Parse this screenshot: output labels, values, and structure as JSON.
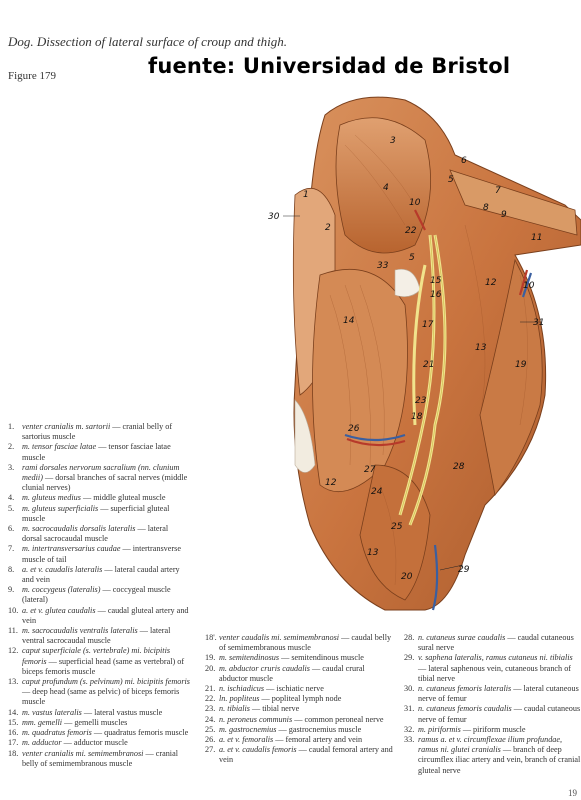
{
  "header": {
    "title": "Dog. Dissection of lateral surface of croup and thigh.",
    "figure_label": "Figure 179",
    "watermark": "fuente: Universidad de Bristol"
  },
  "illustration": {
    "labels": [
      "1",
      "2",
      "3",
      "4",
      "5",
      "5",
      "6",
      "7",
      "8",
      "9",
      "10",
      "10",
      "11",
      "12",
      "12",
      "13",
      "13",
      "14",
      "15",
      "16",
      "17",
      "18",
      "19",
      "20",
      "21",
      "22",
      "23",
      "24",
      "25",
      "26",
      "27",
      "28",
      "29",
      "30",
      "31",
      "33"
    ]
  },
  "legend": {
    "col1": [
      {
        "n": "1.",
        "latin": "venter cranialis m. sartorii",
        "en": " — cranial belly of sartorius muscle"
      },
      {
        "n": "2.",
        "latin": "m. tensor fasciae latae",
        "en": " — tensor fasciae latae muscle"
      },
      {
        "n": "3.",
        "latin": "rami dorsales nervorum sacralium (nn. clunium medii)",
        "en": " — dorsal branches of sacral nerves (middle clunial nerves)"
      },
      {
        "n": "4.",
        "latin": "m. gluteus medius",
        "en": " — middle gluteal muscle"
      },
      {
        "n": "5.",
        "latin": "m. gluteus superficialis",
        "en": " — superficial gluteal muscle"
      },
      {
        "n": "6.",
        "latin": "m. sacrocaudalis dorsalis lateralis",
        "en": " — lateral dorsal sacrocaudal muscle"
      },
      {
        "n": "7.",
        "latin": "m. intertransversarius caudae",
        "en": " — intertransverse muscle of tail"
      },
      {
        "n": "8.",
        "latin": "a. et v. caudalis lateralis",
        "en": " — lateral caudal artery and vein"
      },
      {
        "n": "9.",
        "latin": "m. coccygeus (lateralis)",
        "en": " — coccygeal muscle (lateral)"
      },
      {
        "n": "10.",
        "latin": "a. et v. glutea caudalis",
        "en": " — caudal gluteal artery and vein"
      },
      {
        "n": "11.",
        "latin": "m. sacrocaudalis ventralis lateralis",
        "en": " — lateral ventral sacrocaudal muscle"
      },
      {
        "n": "12.",
        "latin": "caput superficiale (s. vertebrale) mi. bicipitis femoris",
        "en": " — superficial head (same as vertebral) of biceps femoris muscle"
      },
      {
        "n": "13.",
        "latin": "caput profundum (s. pelvinum) mi. bicipitis femoris",
        "en": " — deep head (same as pelvic) of biceps femoris muscle"
      },
      {
        "n": "14.",
        "latin": "m. vastus lateralis",
        "en": " — lateral vastus muscle"
      },
      {
        "n": "15.",
        "latin": "mm. gemelli",
        "en": " — gemelli muscles"
      },
      {
        "n": "16.",
        "latin": "m. quadratus femoris",
        "en": " — quadratus femoris muscle"
      },
      {
        "n": "17.",
        "latin": "m. adductor",
        "en": " — adductor muscle"
      },
      {
        "n": "18.",
        "latin": "venter cranialis mi. semimembranosi",
        "en": " — cranial belly of semimembranous muscle"
      }
    ],
    "col2": [
      {
        "n": "18'.",
        "latin": "venter caudalis mi. semimembranosi",
        "en": " — caudal belly of semimembranous muscle"
      },
      {
        "n": "19.",
        "latin": "m. semitendinosus",
        "en": " — semitendinous muscle"
      },
      {
        "n": "20.",
        "latin": "m. abductor cruris caudalis",
        "en": " — caudal crural abductor muscle"
      },
      {
        "n": "21.",
        "latin": "n. ischiadicus",
        "en": " — ischiatic nerve"
      },
      {
        "n": "22.",
        "latin": "ln. popliteus",
        "en": " — popliteal lymph node"
      },
      {
        "n": "23.",
        "latin": "n. tibialis",
        "en": " — tibial nerve"
      },
      {
        "n": "24.",
        "latin": "n. peroneus communis",
        "en": " — common peroneal nerve"
      },
      {
        "n": "25.",
        "latin": "m. gastrocnemius",
        "en": " — gastrocnemius muscle"
      },
      {
        "n": "26.",
        "latin": "a. et v. femoralis",
        "en": " — femoral artery and vein"
      },
      {
        "n": "27.",
        "latin": "a. et v. caudalis femoris",
        "en": " — caudal femoral artery and vein"
      }
    ],
    "col3": [
      {
        "n": "28.",
        "latin": "n. cutaneus surae caudalis",
        "en": " — caudal cutaneous sural nerve"
      },
      {
        "n": "29.",
        "latin": "v. saphena lateralis, ramus cutaneus ni. tibialis",
        "en": " — lateral saphenous vein, cutaneous branch of tibial nerve"
      },
      {
        "n": "30.",
        "latin": "n. cutaneus femoris lateralis",
        "en": " — lateral cutaneous nerve of femur"
      },
      {
        "n": "31.",
        "latin": "n. cutaneus femoris caudalis",
        "en": " — caudal cutaneous nerve of femur"
      },
      {
        "n": "32.",
        "latin": "m. piriformis",
        "en": " — piriform muscle"
      },
      {
        "n": "33.",
        "latin": "ramus a. et v. circumflexae ilium profundae, ramus ni. glutei cranialis",
        "en": " — branch of deep circumflex iliac artery and vein, branch of cranial gluteal nerve"
      }
    ]
  },
  "page_number": "19"
}
